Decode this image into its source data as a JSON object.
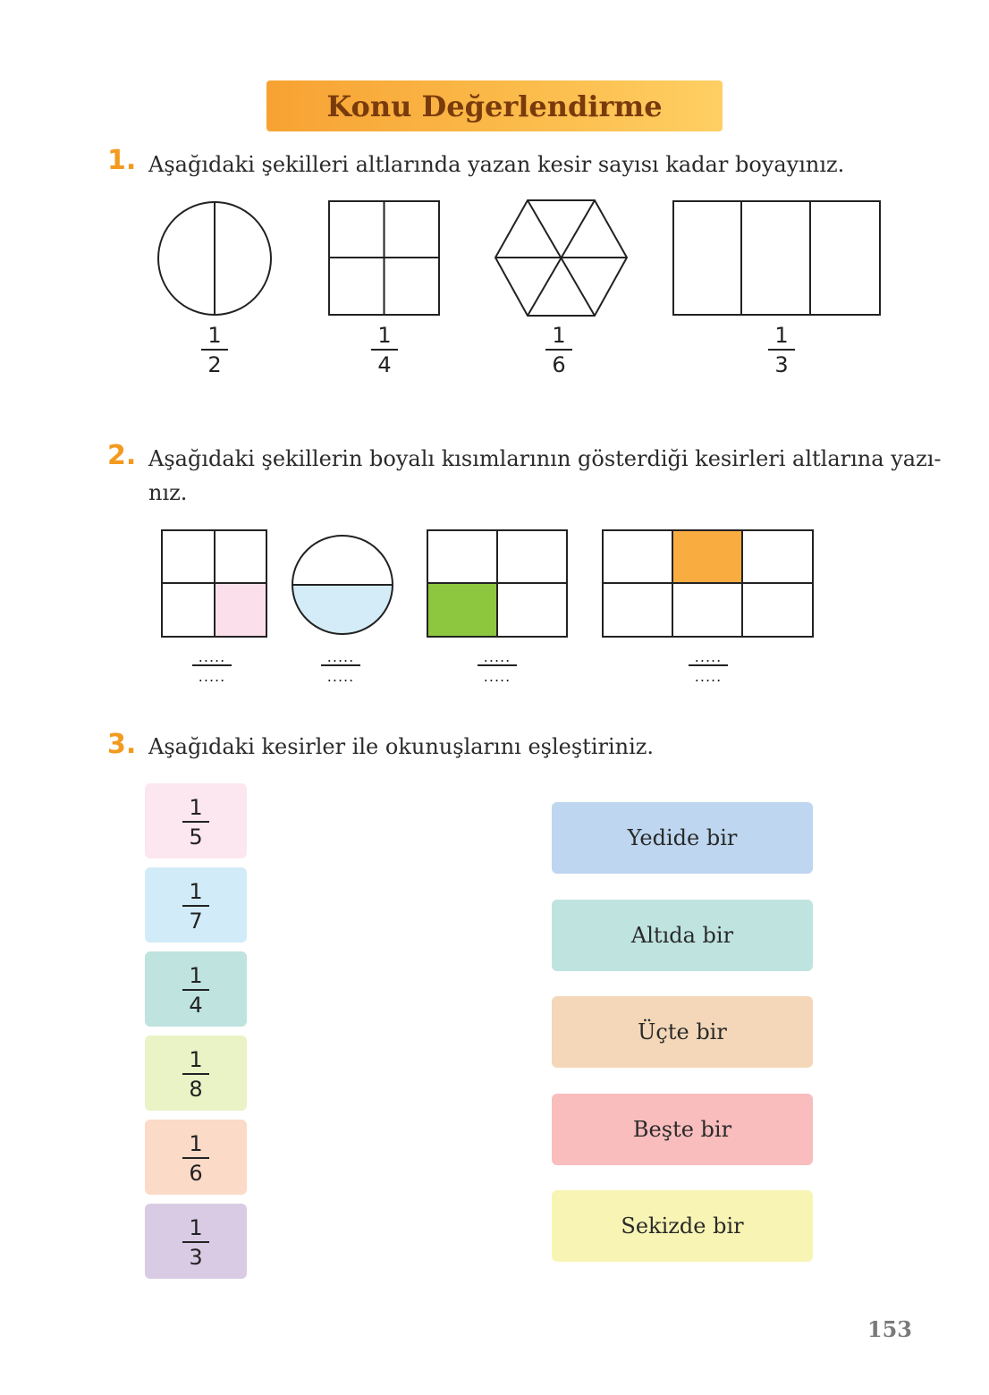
{
  "title": "Konu Değerlendirme",
  "page_number": "153",
  "colors": {
    "accent_orange": "#f39a1f",
    "pink": "#fbe0ec",
    "blue": "#d3ecf8",
    "green": "#8dc63f",
    "orange_fill": "#f9ad40"
  },
  "q1": {
    "number": "1.",
    "text": "Aşağıdaki şekilleri altlarında yazan kesir sayısı kadar boyayınız.",
    "fractions": [
      {
        "num": "1",
        "den": "2"
      },
      {
        "num": "1",
        "den": "4"
      },
      {
        "num": "1",
        "den": "6"
      },
      {
        "num": "1",
        "den": "3"
      }
    ]
  },
  "q2": {
    "number": "2.",
    "line1": "Aşağıdaki şekillerin boyalı kısımlarının gösterdiği kesirleri altlarına yazı-",
    "line2": "nız.",
    "blanks": [
      {
        "num": ".....",
        "den": "....."
      },
      {
        "num": ".....",
        "den": "....."
      },
      {
        "num": ".....",
        "den": "....."
      },
      {
        "num": ".....",
        "den": "....."
      }
    ]
  },
  "q3": {
    "number": "3.",
    "text": "Aşağıdaki kesirler ile okunuşlarını eşleştiriniz.",
    "fractions": [
      {
        "num": "1",
        "den": "5",
        "color": "#fce6ef"
      },
      {
        "num": "1",
        "den": "7",
        "color": "#d2ebf8"
      },
      {
        "num": "1",
        "den": "4",
        "color": "#bfe3df"
      },
      {
        "num": "1",
        "den": "8",
        "color": "#e9f3c6"
      },
      {
        "num": "1",
        "den": "6",
        "color": "#fbdac8"
      },
      {
        "num": "1",
        "den": "3",
        "color": "#dacbe5"
      }
    ],
    "readings": [
      {
        "label": "Yedide bir",
        "color": "#bed6ef"
      },
      {
        "label": "Altıda bir",
        "color": "#bfe4e0"
      },
      {
        "label": "Üçte bir",
        "color": "#f3d7b8"
      },
      {
        "label": "Beşte bir",
        "color": "#f9bdbd"
      },
      {
        "label": "Sekizde bir",
        "color": "#f8f5b4"
      }
    ]
  }
}
